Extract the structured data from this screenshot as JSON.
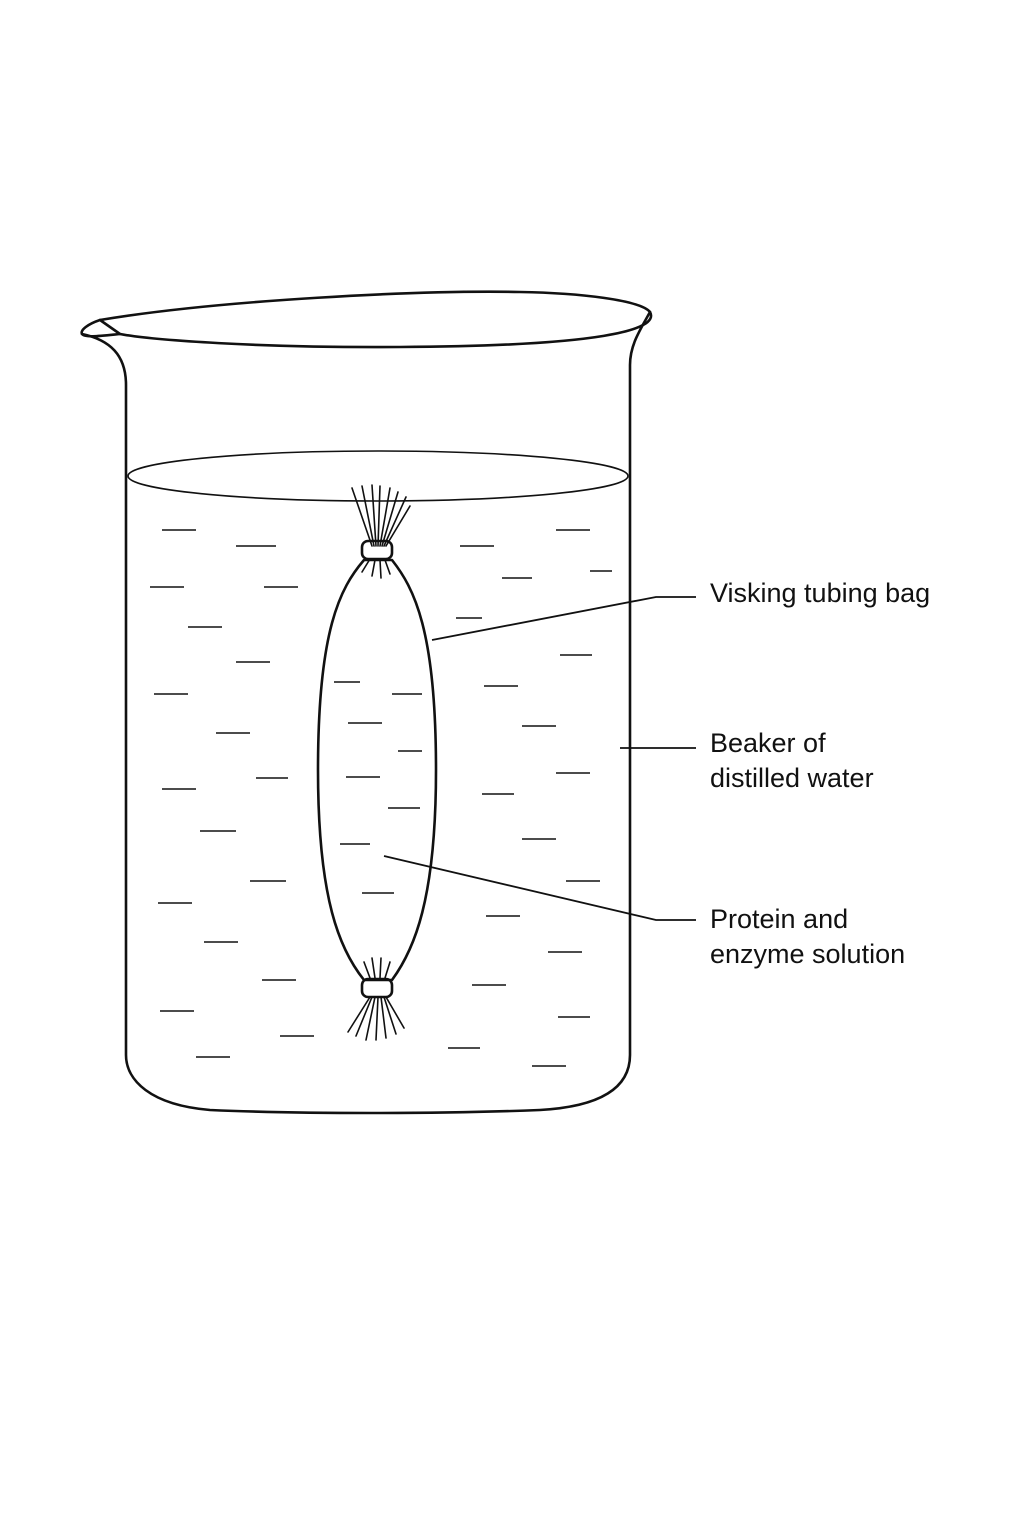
{
  "labels": {
    "visking_bag": {
      "line1": "Visking tubing bag"
    },
    "beaker": {
      "line1": "Beaker of",
      "line2": "distilled water"
    },
    "solution": {
      "line1": "Protein and",
      "line2": "enzyme solution"
    }
  },
  "colors": {
    "ink": "#111111",
    "background": "#ffffff"
  }
}
